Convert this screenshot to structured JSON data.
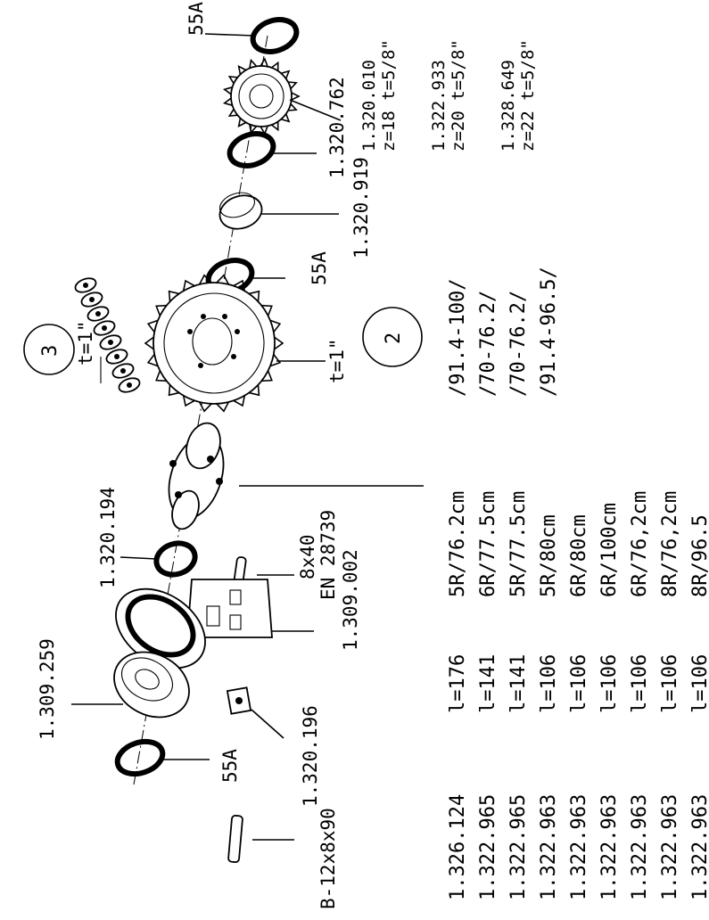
{
  "callouts": {
    "top_55a": "55A",
    "sprocket_small": "1.320.762",
    "ring_2": "1.320.919",
    "ring_3_55a": "55A",
    "bearing_ring": "1.320.194",
    "bearing": "1.309.259",
    "bottom_55a": "55A",
    "key_small": "8x40",
    "key_small_std": "EN 28739",
    "housing": "1.309.002",
    "nut": "1.320.196",
    "key_large": "B-12x8x90",
    "pitch_chain": "t=1\"",
    "pitch_sprocket": "t=1\"",
    "circle_2": "2",
    "circle_3": "3"
  },
  "sprocket_options": [
    {
      "code": "1.320.010",
      "spec": "z=18 t=5/8\""
    },
    {
      "code": "1.322.933",
      "spec": "z=20 t=5/8\""
    },
    {
      "code": "1.328.649",
      "spec": "z=22 t=5/8\""
    }
  ],
  "parts_table": [
    {
      "code": "1.326.124",
      "l": "l=176",
      "config": "5R/76.2cm",
      "extra": "/91.4-100/"
    },
    {
      "code": "1.322.965",
      "l": "l=141",
      "config": "6R/77.5cm",
      "extra": "/70-76.2/"
    },
    {
      "code": "1.322.965",
      "l": "l=141",
      "config": "5R/77.5cm",
      "extra": "/70-76.2/"
    },
    {
      "code": "1.322.963",
      "l": "l=106",
      "config": "5R/80cm",
      "extra": "/91.4-96.5/"
    },
    {
      "code": "1.322.963",
      "l": "l=106",
      "config": "6R/80cm",
      "extra": ""
    },
    {
      "code": "1.322.963",
      "l": "l=106",
      "config": "6R/100cm",
      "extra": ""
    },
    {
      "code": "1.322.963",
      "l": "l=106",
      "config": "6R/76,2cm",
      "extra": ""
    },
    {
      "code": "1.322.963",
      "l": "l=106",
      "config": "8R/76,2cm",
      "extra": ""
    },
    {
      "code": "1.322.963",
      "l": "l=106",
      "config": "8R/96.5",
      "extra": ""
    }
  ]
}
